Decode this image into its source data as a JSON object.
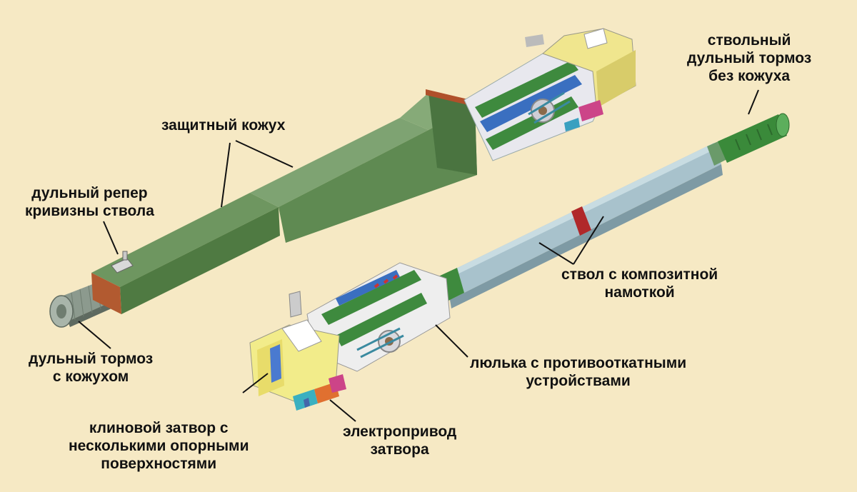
{
  "labels": {
    "protective_casing": [
      "защитный кожух"
    ],
    "muzzle_reference": [
      "дульный репер",
      "кривизны ствола"
    ],
    "muzzle_brake_casing": [
      "дульный тормоз",
      "с кожухом"
    ],
    "barrel_brake_no_casing": [
      "ствольный",
      "дульный тормоз",
      "без кожуха"
    ],
    "composite_barrel": [
      "ствол с композитной",
      "намоткой"
    ],
    "cradle_recoil": [
      "люлька с противооткатными",
      "устройствами"
    ],
    "wedge_breech": [
      "клиновой затвор с",
      "несколькими опорными",
      "поверхностями"
    ],
    "breech_drive": [
      "электропривод",
      "затвора"
    ]
  },
  "colors": {
    "background": "#f6e9c4",
    "casing_green": "#5f8a52",
    "casing_dark": "#3f6b35",
    "barrel_blue": "#9db8c2",
    "band_red": "#b0282a",
    "brake_green": "#3a8a3a",
    "cradle_white": "#eeeeee",
    "breech_yellow": "#f2ec8a",
    "leader_line": "#111111"
  }
}
